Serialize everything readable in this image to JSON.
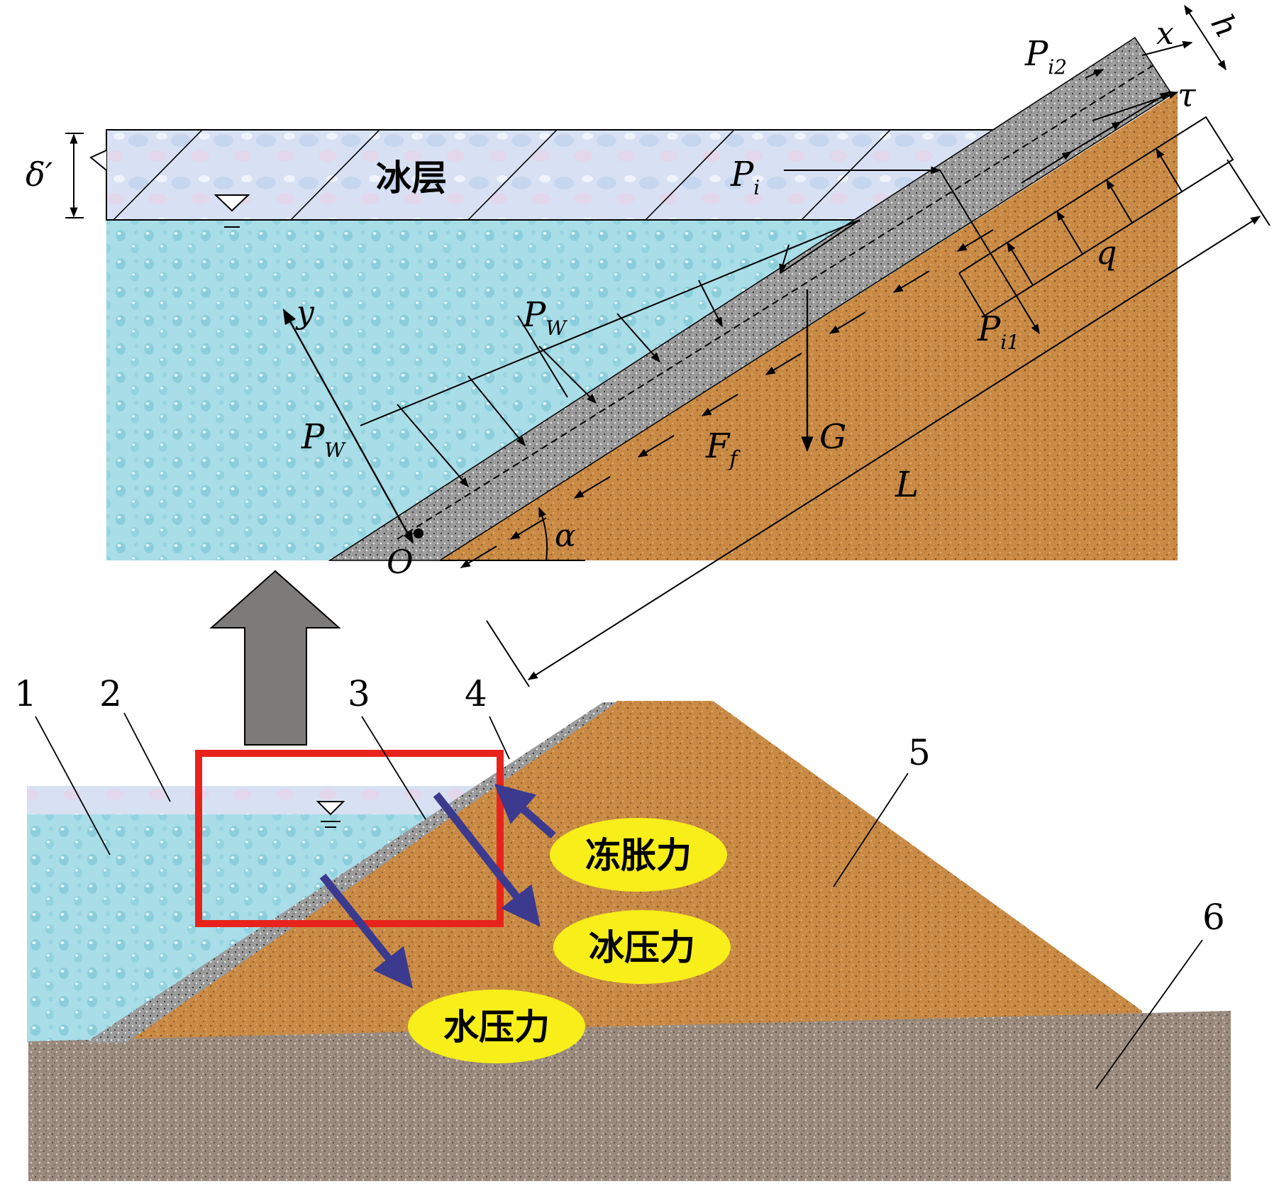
{
  "figure": {
    "top_panel": {
      "ice_label": "冰层",
      "ice_thickness_label": "δ′",
      "symbols": {
        "Pi2_main": "P",
        "Pi2_sub": "i2",
        "Pi_main": "P",
        "Pi_sub": "i",
        "Pi1_main": "P",
        "Pi1_sub": "i1",
        "Pw1_main": "P",
        "Pw1_sub": "W",
        "Pw2_main": "P",
        "Pw2_sub": "W",
        "Ff_main": "F",
        "Ff_sub": "f",
        "x": "x",
        "h": "h",
        "tau": "τ",
        "q": "q",
        "y": "y",
        "G": "G",
        "L": "L",
        "O": "O",
        "alpha": "α"
      }
    },
    "bottom_panel": {
      "numbers": [
        "1",
        "2",
        "3",
        "4",
        "5",
        "6"
      ],
      "callouts": {
        "frost_heave": "冻胀力",
        "ice_pressure": "冰压力",
        "water_pressure": "水压力"
      }
    },
    "colors": {
      "water": "#a9dde8",
      "ice": "#d8e0f2",
      "soil": "#c98a45",
      "foundation": "#9a8b7e",
      "slab": "#9b9b9b",
      "highlight_box": "#e8231c",
      "force_arrow": "#3c3a8f",
      "callout_fill": "#f7ee1a",
      "big_arrow": "#7d7b7a"
    }
  }
}
